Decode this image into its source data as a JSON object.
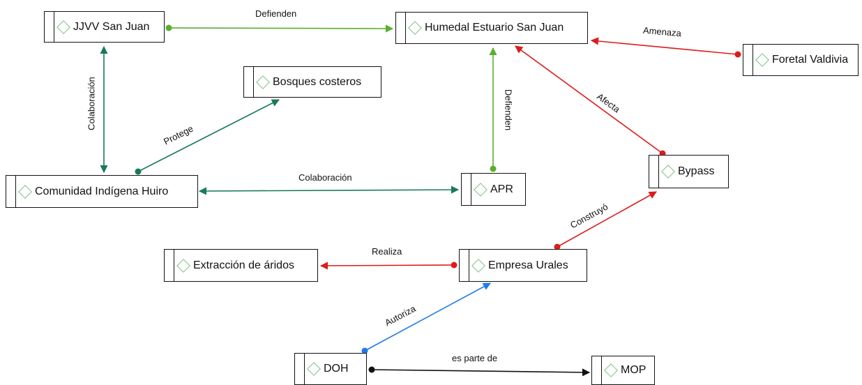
{
  "nodes": {
    "jjvv": "JJVV San Juan",
    "humedal": "Humedal Estuario San Juan",
    "foretal": "Foretal Valdivia",
    "bosques": "Bosques costeros",
    "huiro": "Comunidad Indígena Huiro",
    "apr": "APR",
    "bypass": "Bypass",
    "aridos": "Extracción de áridos",
    "urales": "Empresa Urales",
    "doh": "DOH",
    "mop": "MOP"
  },
  "edges": {
    "jjvv_humedal": "Defienden",
    "foretal_humedal": "Amenaza",
    "jjvv_huiro": "Colaboración",
    "huiro_bosques": "Protege",
    "apr_humedal": "Defienden",
    "bypass_humedal": "Afecta",
    "huiro_apr": "Colaboración",
    "urales_bypass": "Construyó",
    "urales_aridos": "Realiza",
    "doh_urales": "Autoriza",
    "doh_mop": "es parte de"
  },
  "colors": {
    "defend": "#5aaf2c",
    "collab": "#1a7a55",
    "threat": "#dd1b1b",
    "authorize": "#1e7be6",
    "part_of": "#111111",
    "node_icon": "#7bc17e"
  }
}
